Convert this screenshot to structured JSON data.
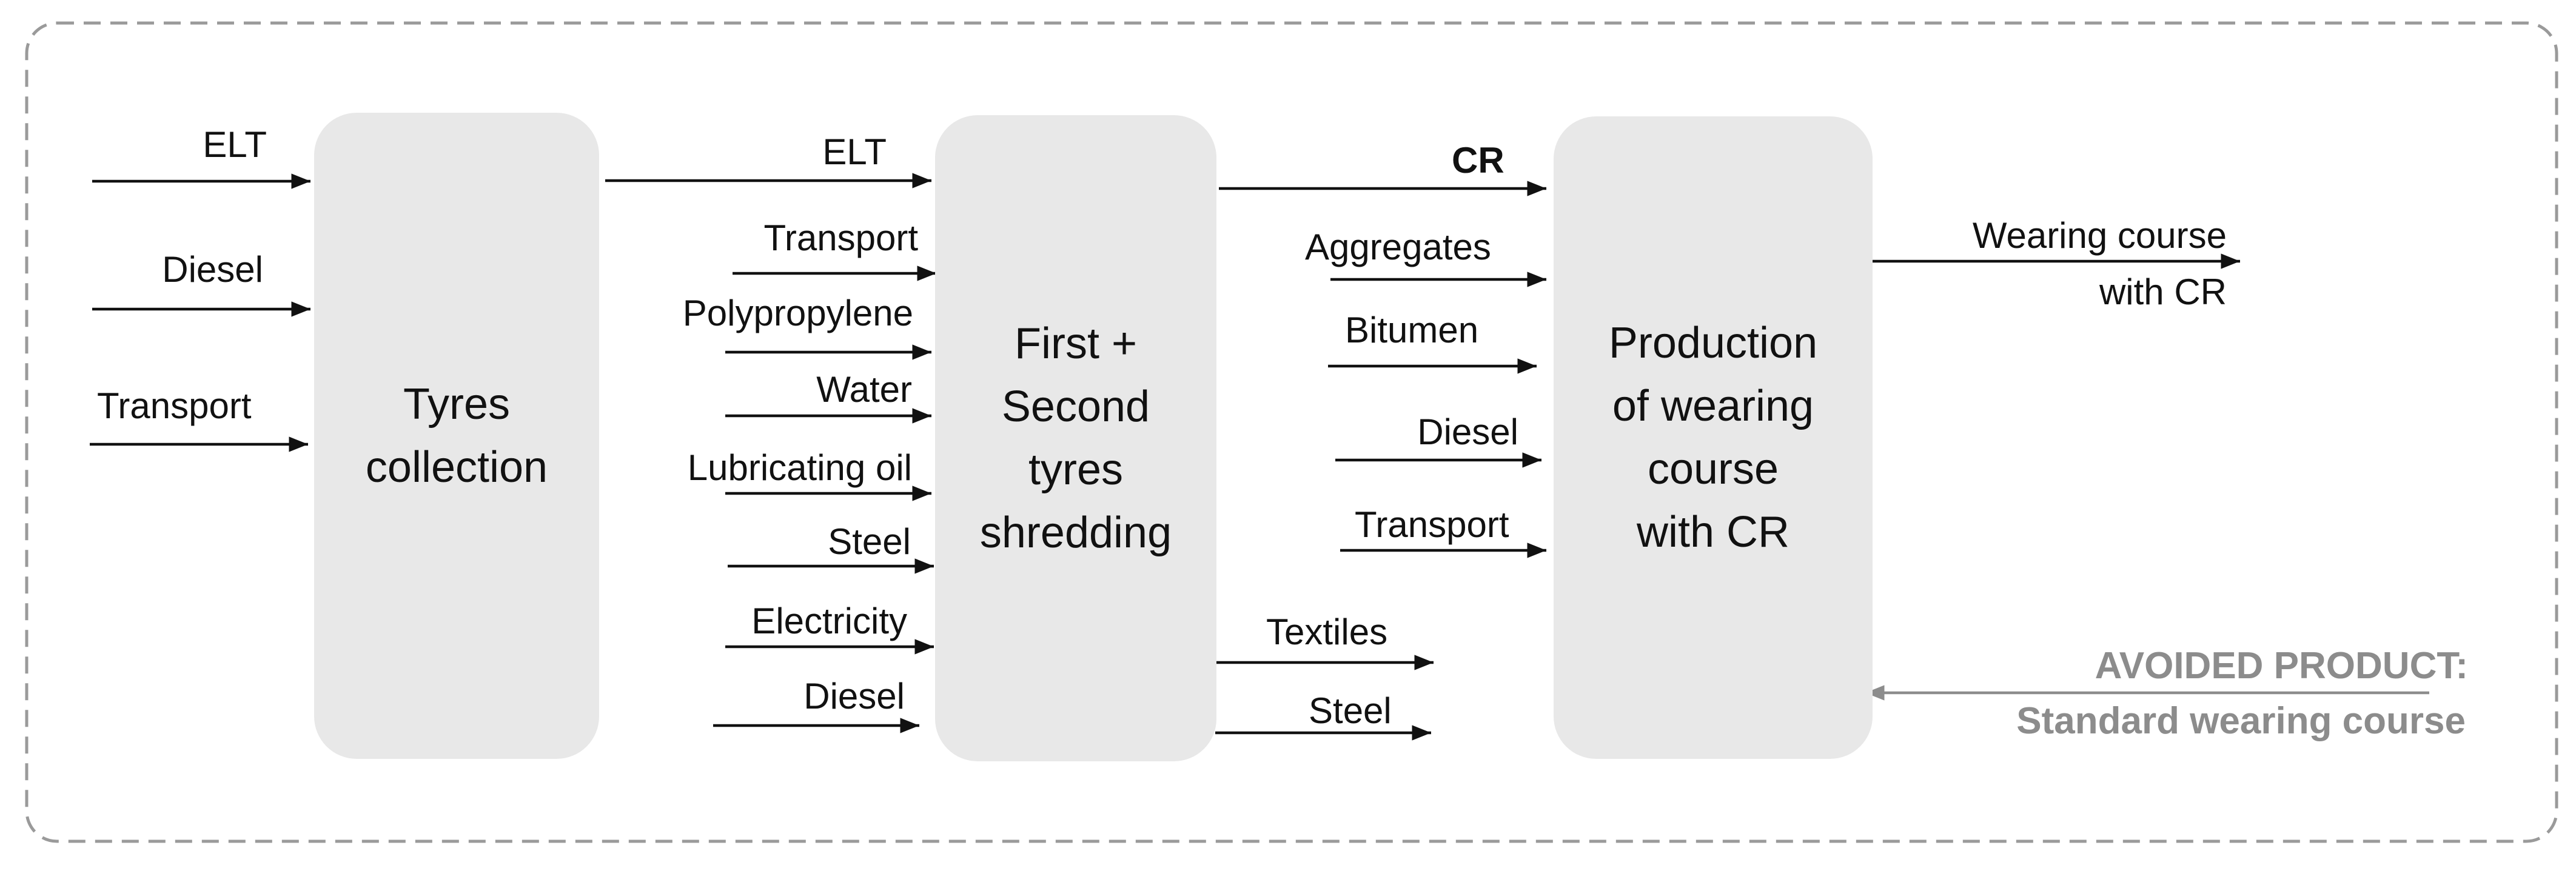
{
  "processes": {
    "collection": "Tyres\ncollection",
    "shredding": "First +\nSecond\ntyres\nshredding",
    "production": "Production\nof wearing\ncourse\nwith CR"
  },
  "inputs_collection": [
    "ELT",
    "Diesel",
    "Transport"
  ],
  "inputs_shredding": [
    "ELT",
    "Transport",
    "Polypropylene",
    "Water",
    "Lubricating oil",
    "Steel",
    "Electricity",
    "Diesel"
  ],
  "outputs_shredding": [
    "CR",
    "Textiles",
    "Steel"
  ],
  "inputs_production": [
    "Aggregates",
    "Bitumen",
    "Diesel",
    "Transport"
  ],
  "output_production": [
    "Wearing course",
    "with CR"
  ],
  "avoided": {
    "title": "AVOIDED PRODUCT:",
    "product": "Standard wearing course"
  },
  "colors": {
    "box_fill": "#e8e8e8",
    "arrow": "#111111",
    "avoided": "#8c8c8c",
    "frame": "#9a9a9a"
  }
}
